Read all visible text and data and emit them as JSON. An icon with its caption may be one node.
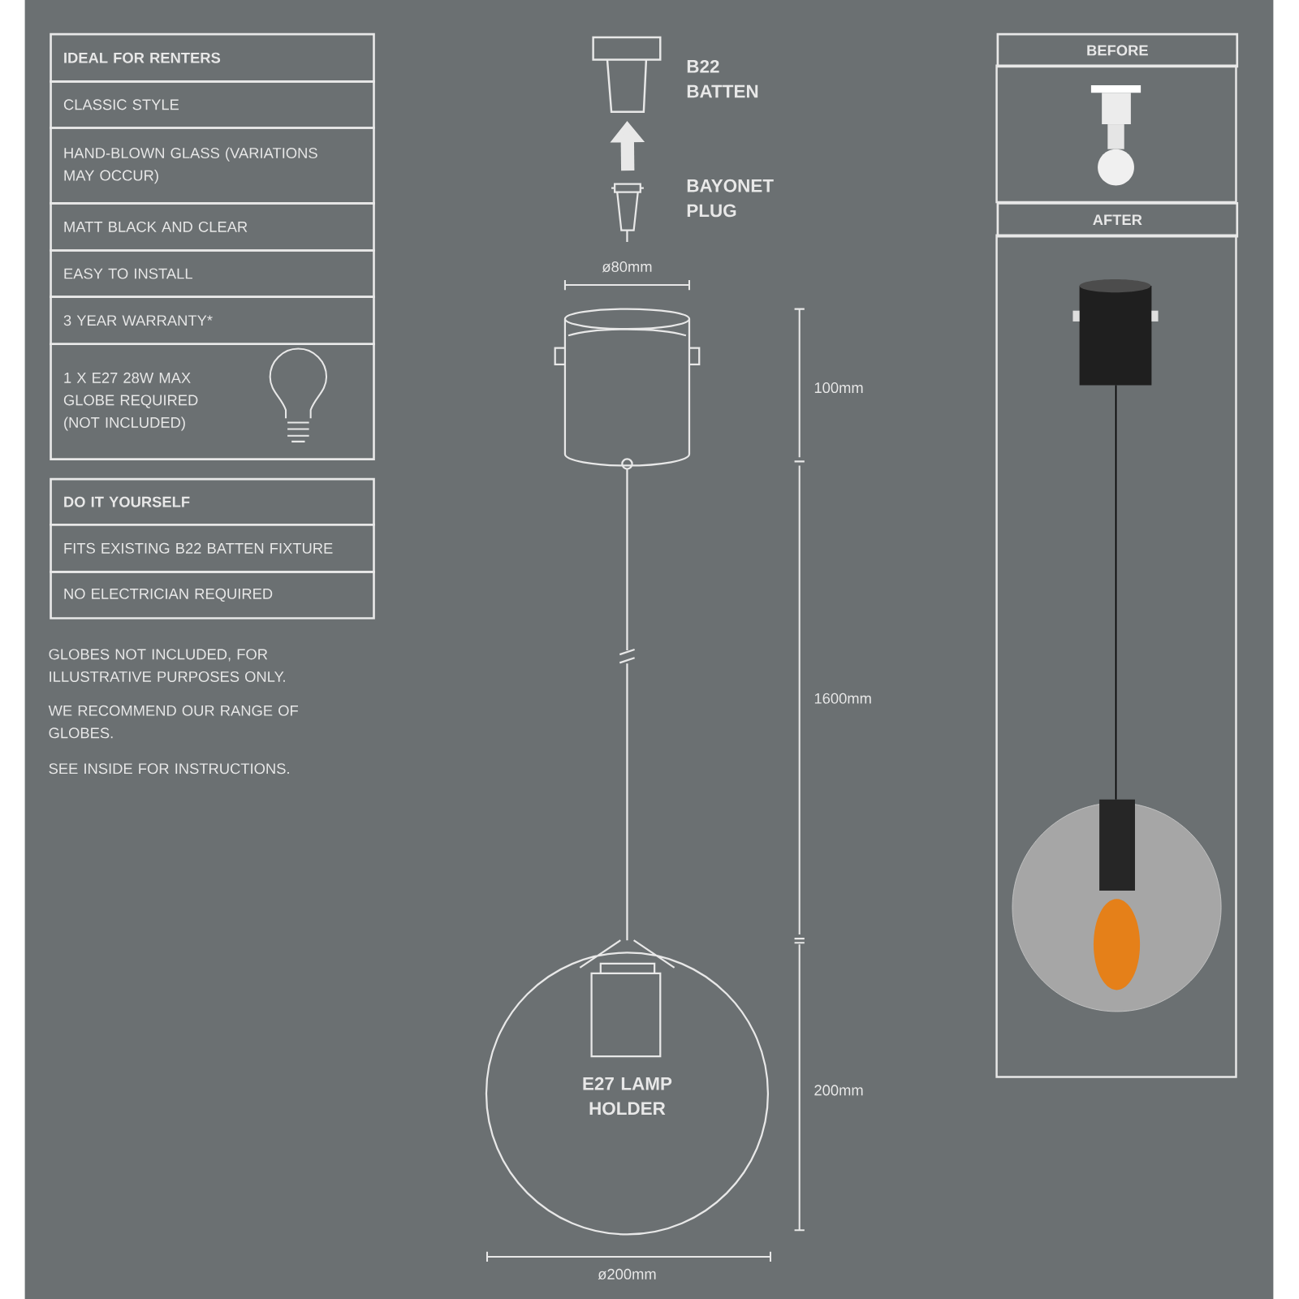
{
  "diagram": {
    "nodes": [
      {
        "text": [
          "IDEAL FOR RENTERS"
        ]
      },
      {
        "text": [
          "CLASSIC STYLE"
        ]
      },
      {
        "text": [
          "HAND-BLOWN GLASS (VARIATIONS MAY OCCUR)"
        ]
      },
      {
        "text": [
          "MATT BLACK AND CLEAR"
        ]
      },
      {
        "text": [
          "EASY TO INSTALL"
        ]
      },
      {
        "text": [
          "3 YEAR WARRANTY*"
        ]
      },
      {
        "text": [
          "1 X E27 28W MAX GLOBE REQUIRED (NOT INCLUDED)"
        ]
      },
      {
        "text": [
          "DO IT YOURSELF"
        ]
      },
      {
        "text": [
          "FITS EXISTING B22 BATTEN FIXTURE"
        ]
      },
      {
        "text": [
          "NO ELECTRICIAN REQUIRED"
        ]
      },
      {
        "text": [
          "BEFORE"
        ]
      },
      {
        "text": [
          "AFTER"
        ]
      },
      {
        "text": [],
        "shape": "picture",
        "beside": [
          "B22 BATTEN"
        ]
      },
      {
        "text": [],
        "shape": "picture",
        "beside": [
          "BAYONET PLUG"
        ]
      }
    ],
    "edges": [
      {
        "from": 13,
        "to": 12,
        "arrow": "to"
      }
    ],
    "labels": [
      "ø80mm",
      "100mm",
      "1600mm",
      "E27 LAMP HOLDER",
      "200mm",
      "ø200mm",
      "GLOBES NOT INCLUDED, FOR ILLUSTRATIVE PURPOSES ONLY.",
      "WE RECOMMEND OUR RANGE OF GLOBES.",
      "SEE INSIDE FOR INSTRUCTIONS."
    ]
  }
}
